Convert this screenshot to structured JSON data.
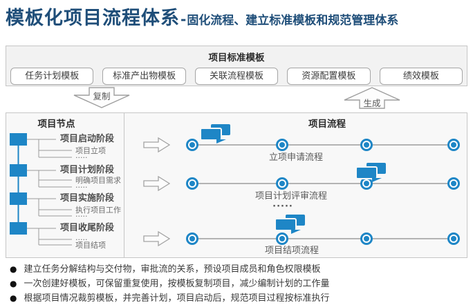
{
  "title": {
    "main": "模板化项目流程体系",
    "separator": "-",
    "subtitle": "固化流程、建立标准模板和规范管理体系"
  },
  "template_panel": {
    "title": "项目标准模板",
    "templates": [
      "任务计划模板",
      "标准产出物模板",
      "关联流程模板",
      "资源配置模板",
      "绩效模板"
    ]
  },
  "arrows": {
    "copy": "复制",
    "generate": "生成"
  },
  "nodes_panel": {
    "title": "项目节点",
    "stages": [
      {
        "name": "项目启动阶段",
        "items": [
          "项目立项",
          "·····"
        ]
      },
      {
        "name": "项目计划阶段",
        "items": [
          "明确项目需求",
          "·····"
        ]
      },
      {
        "name": "项目实施阶段",
        "items": [
          "执行项目工作",
          "·····"
        ]
      },
      {
        "name": "项目收尾阶段",
        "items": [
          "·····",
          "项目结项"
        ]
      }
    ]
  },
  "process_panel": {
    "title": "项目流程",
    "flows": [
      {
        "label": "立项申请流程"
      },
      {
        "label": "项目计划评审流程"
      },
      {
        "label": "项目结项流程"
      }
    ],
    "ellipsis": "·····"
  },
  "bullets": [
    "建立任务分解结构与交付物，审批流的关系，预设项目成员和角色权限模板",
    "一次创建好模板，可保留重复使用，按模板复制项目，减少编制计划的工作量",
    "根据项目情况裁剪模板，并完善计划，项目启动后，规范项目过程按标准执行"
  ],
  "colors": {
    "accent": "#1e86c6",
    "navy": "#1f4e79"
  }
}
